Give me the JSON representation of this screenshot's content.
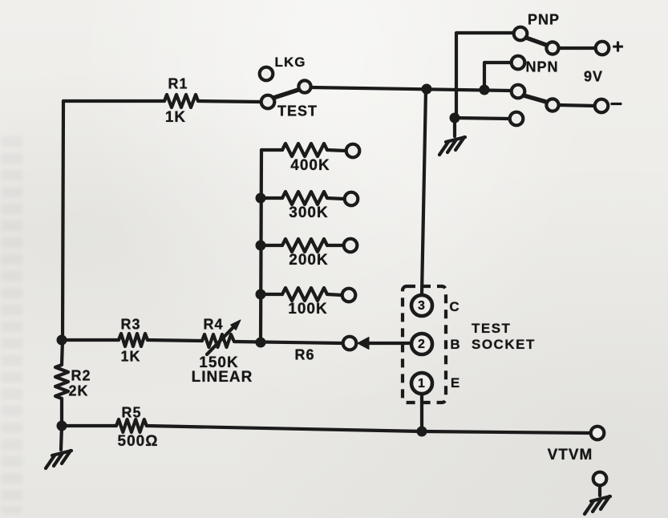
{
  "colors": {
    "ink": "#1b1b1b",
    "paper": "#eeede9"
  },
  "schematic": {
    "resistors": {
      "r1": {
        "ref": "R1",
        "value": "1K"
      },
      "r2": {
        "ref": "R2",
        "value": "2K"
      },
      "r3": {
        "ref": "R3",
        "value": "1K"
      },
      "r4": {
        "ref": "R4",
        "value": "150K",
        "taper": "LINEAR"
      },
      "r5": {
        "ref": "R5",
        "value": "500Ω"
      },
      "r6": {
        "ref": "R6"
      }
    },
    "range_resistors": [
      {
        "value": "400K"
      },
      {
        "value": "300K"
      },
      {
        "value": "200K"
      },
      {
        "value": "100K"
      }
    ],
    "leakage_switch": {
      "leakage_position": "LKG",
      "test_position": "TEST"
    },
    "polarity_switch": {
      "pnp_position": "PNP",
      "npn_position": "NPN"
    },
    "battery": {
      "voltage": "9V",
      "positive": "+",
      "negative": "−"
    },
    "test_socket": {
      "label_line1": "TEST",
      "label_line2": "SOCKET",
      "pins": [
        {
          "number": "3",
          "electrode": "C"
        },
        {
          "number": "2",
          "electrode": "B"
        },
        {
          "number": "1",
          "electrode": "E"
        }
      ]
    },
    "meter": {
      "label": "VTVM"
    }
  }
}
